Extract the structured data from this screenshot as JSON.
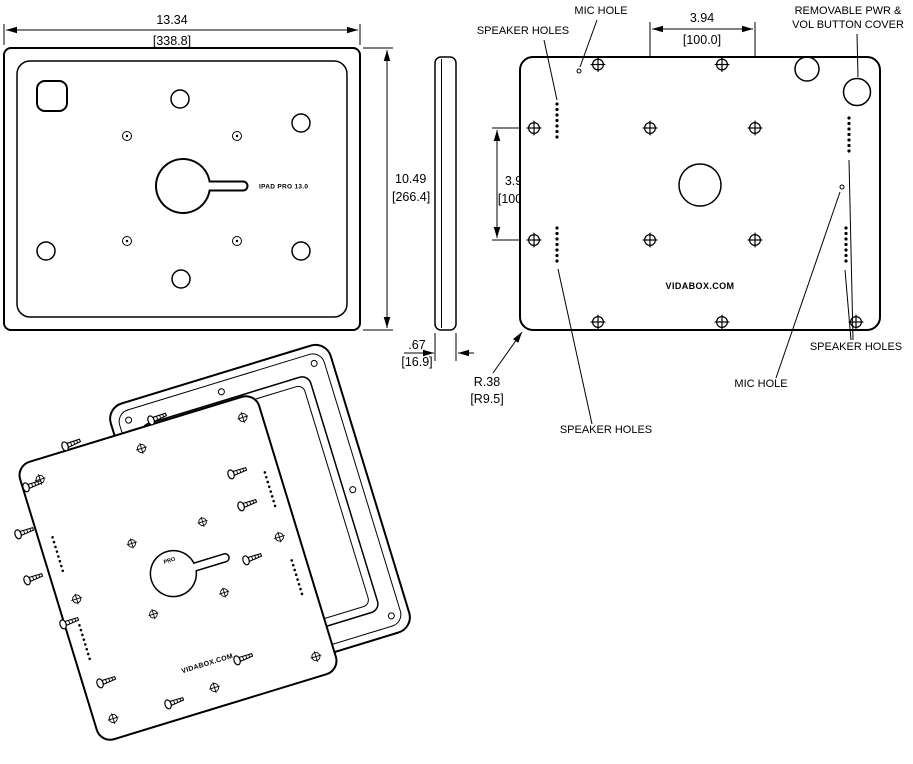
{
  "drawing": {
    "product": "IPAD PRO 13.0",
    "brand": "VIDABOX.COM",
    "pro_label": "PRO"
  },
  "labels": {
    "speaker_holes": "SPEAKER HOLES",
    "mic_hole": "MIC HOLE",
    "removable_line1": "REMOVABLE PWR &",
    "removable_line2": "VOL BUTTON COVER"
  },
  "dims": {
    "width_in": "13.34",
    "width_mm": "[338.8]",
    "height_in": "10.49",
    "height_mm": "[266.4]",
    "depth_in": ".67",
    "depth_mm": "[16.9]",
    "vesa_in": "3.94",
    "vesa_mm": "[100.0]",
    "radius_in": "R.38",
    "radius_mm": "[R9.5]"
  }
}
